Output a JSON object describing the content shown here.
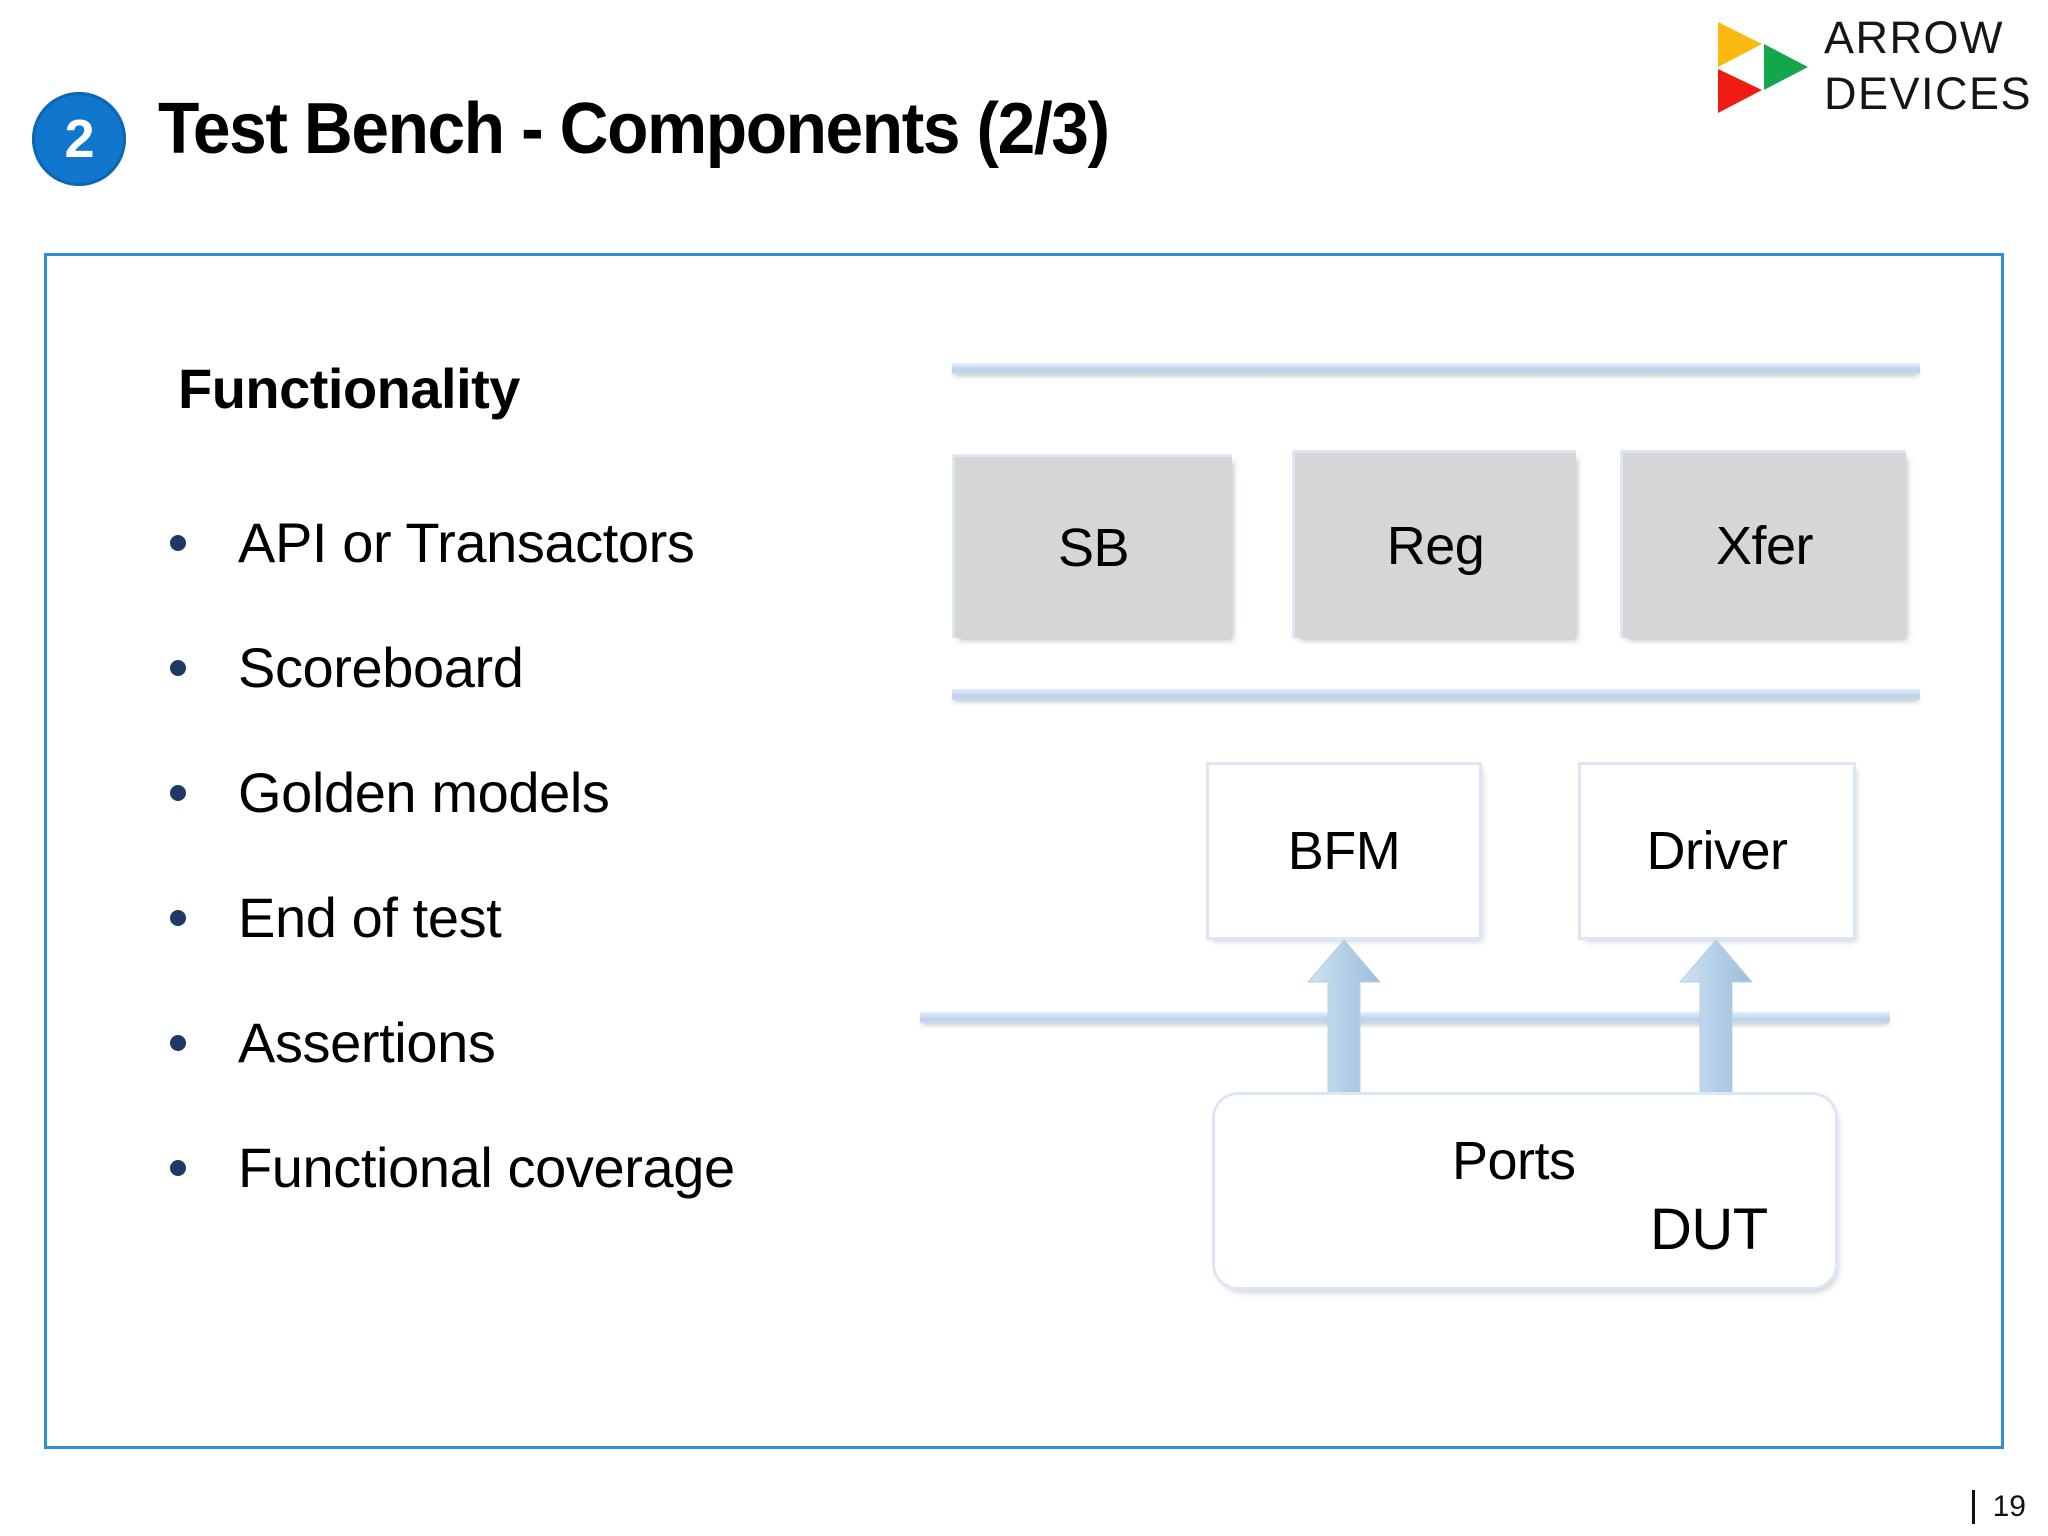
{
  "header": {
    "section_number": "2",
    "title": "Test Bench - Components (2/3)"
  },
  "logo": {
    "name": "arrow-devices-logo",
    "line1": "ARROW",
    "line2": "DEVICES",
    "mark_colors": {
      "top": "#FBBA12",
      "right": "#13A64A",
      "bottom": "#F01C12"
    }
  },
  "content": {
    "heading": "Functionality",
    "bullets": [
      "API or Transactors",
      "Scoreboard",
      "Golden models",
      "End of test",
      "Assertions",
      "Functional coverage"
    ]
  },
  "diagram": {
    "top_boxes": [
      {
        "label": "SB"
      },
      {
        "label": "Reg"
      },
      {
        "label": "Xfer"
      }
    ],
    "mid_boxes": [
      {
        "label": "BFM"
      },
      {
        "label": "Driver"
      }
    ],
    "dut": {
      "ports_label": "Ports",
      "dut_label": "DUT"
    },
    "arrows": [
      {
        "name": "bfm-to-dut",
        "direction": "双"
      },
      {
        "name": "driver-to-dut",
        "direction": "双"
      }
    ]
  },
  "footer": {
    "page_number": "19"
  },
  "colors": {
    "accent_blue": "#2E8FD6",
    "badge_blue": "#1076CE",
    "bullet_navy": "#1F3864",
    "box_gray": "#D5D6D8",
    "line_blue": "#C5DBF0",
    "arrow_blue": "#B9D4EC"
  }
}
